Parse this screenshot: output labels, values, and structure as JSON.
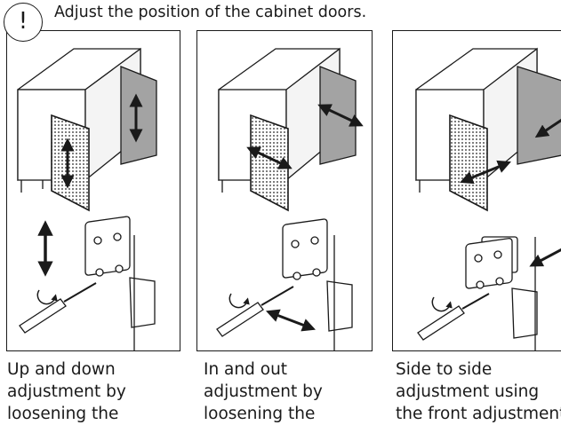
{
  "header": {
    "notice_glyph": "!",
    "instruction": "Adjust the position of the cabinet doors."
  },
  "panels": [
    {
      "caption_lines": [
        "Up and down",
        "adjustment by",
        "loosening the"
      ],
      "icons": [
        "cabinet-icon",
        "vertical-arrow-icon",
        "hinge-icon",
        "screwdriver-icon",
        "rotation-arrow-icon"
      ]
    },
    {
      "caption_lines": [
        "In and out",
        "adjustment by",
        "loosening the"
      ],
      "icons": [
        "cabinet-icon",
        "diagonal-arrow-icon",
        "hinge-icon",
        "screwdriver-icon",
        "rotation-arrow-icon"
      ]
    },
    {
      "caption_lines": [
        "Side to side",
        "adjustment using",
        "the front adjustment"
      ],
      "icons": [
        "cabinet-icon",
        "side-arrow-icon",
        "hinge-icon",
        "screwdriver-icon",
        "rotation-arrow-icon"
      ]
    }
  ],
  "colors": {
    "line": "#1a1a1a",
    "panel_fill": "#9a9a9a",
    "mesh": "#555555"
  }
}
